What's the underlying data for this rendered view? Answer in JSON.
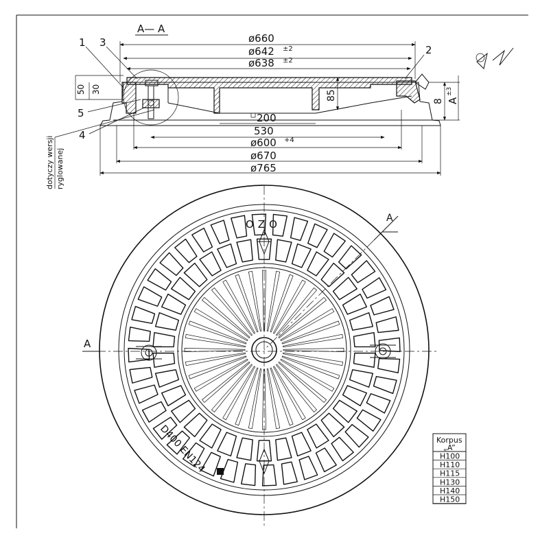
{
  "section_label": "A— A",
  "callouts": {
    "c1": "1",
    "c2": "2",
    "c3": "3",
    "c4": "4",
    "c5": "5"
  },
  "dimensions": {
    "d660": "ø660",
    "d642": "ø642",
    "d642_tol": "±2",
    "d638": "ø638",
    "d638_tol": "±2",
    "h85": "85",
    "h8": "8",
    "hA": "A",
    "hA_tol": "±3",
    "h50": "50",
    "h30": "30",
    "w200": "200",
    "w530": "530",
    "d600": "ø600",
    "d600_tol": "+4",
    "d670": "ø670",
    "d765": "ø765"
  },
  "side_note": {
    "line1": "dotyczy wersji",
    "line2": "ryglowanej"
  },
  "section_marks": {
    "top": "A",
    "left": "A"
  },
  "cover_marking": {
    "top": "OZO",
    "rim": "D400 EN124"
  },
  "table": {
    "header1": "Korpus",
    "header2": "„A”",
    "rows": [
      "H100",
      "H110",
      "H115",
      "H130",
      "H140",
      "H150"
    ]
  }
}
